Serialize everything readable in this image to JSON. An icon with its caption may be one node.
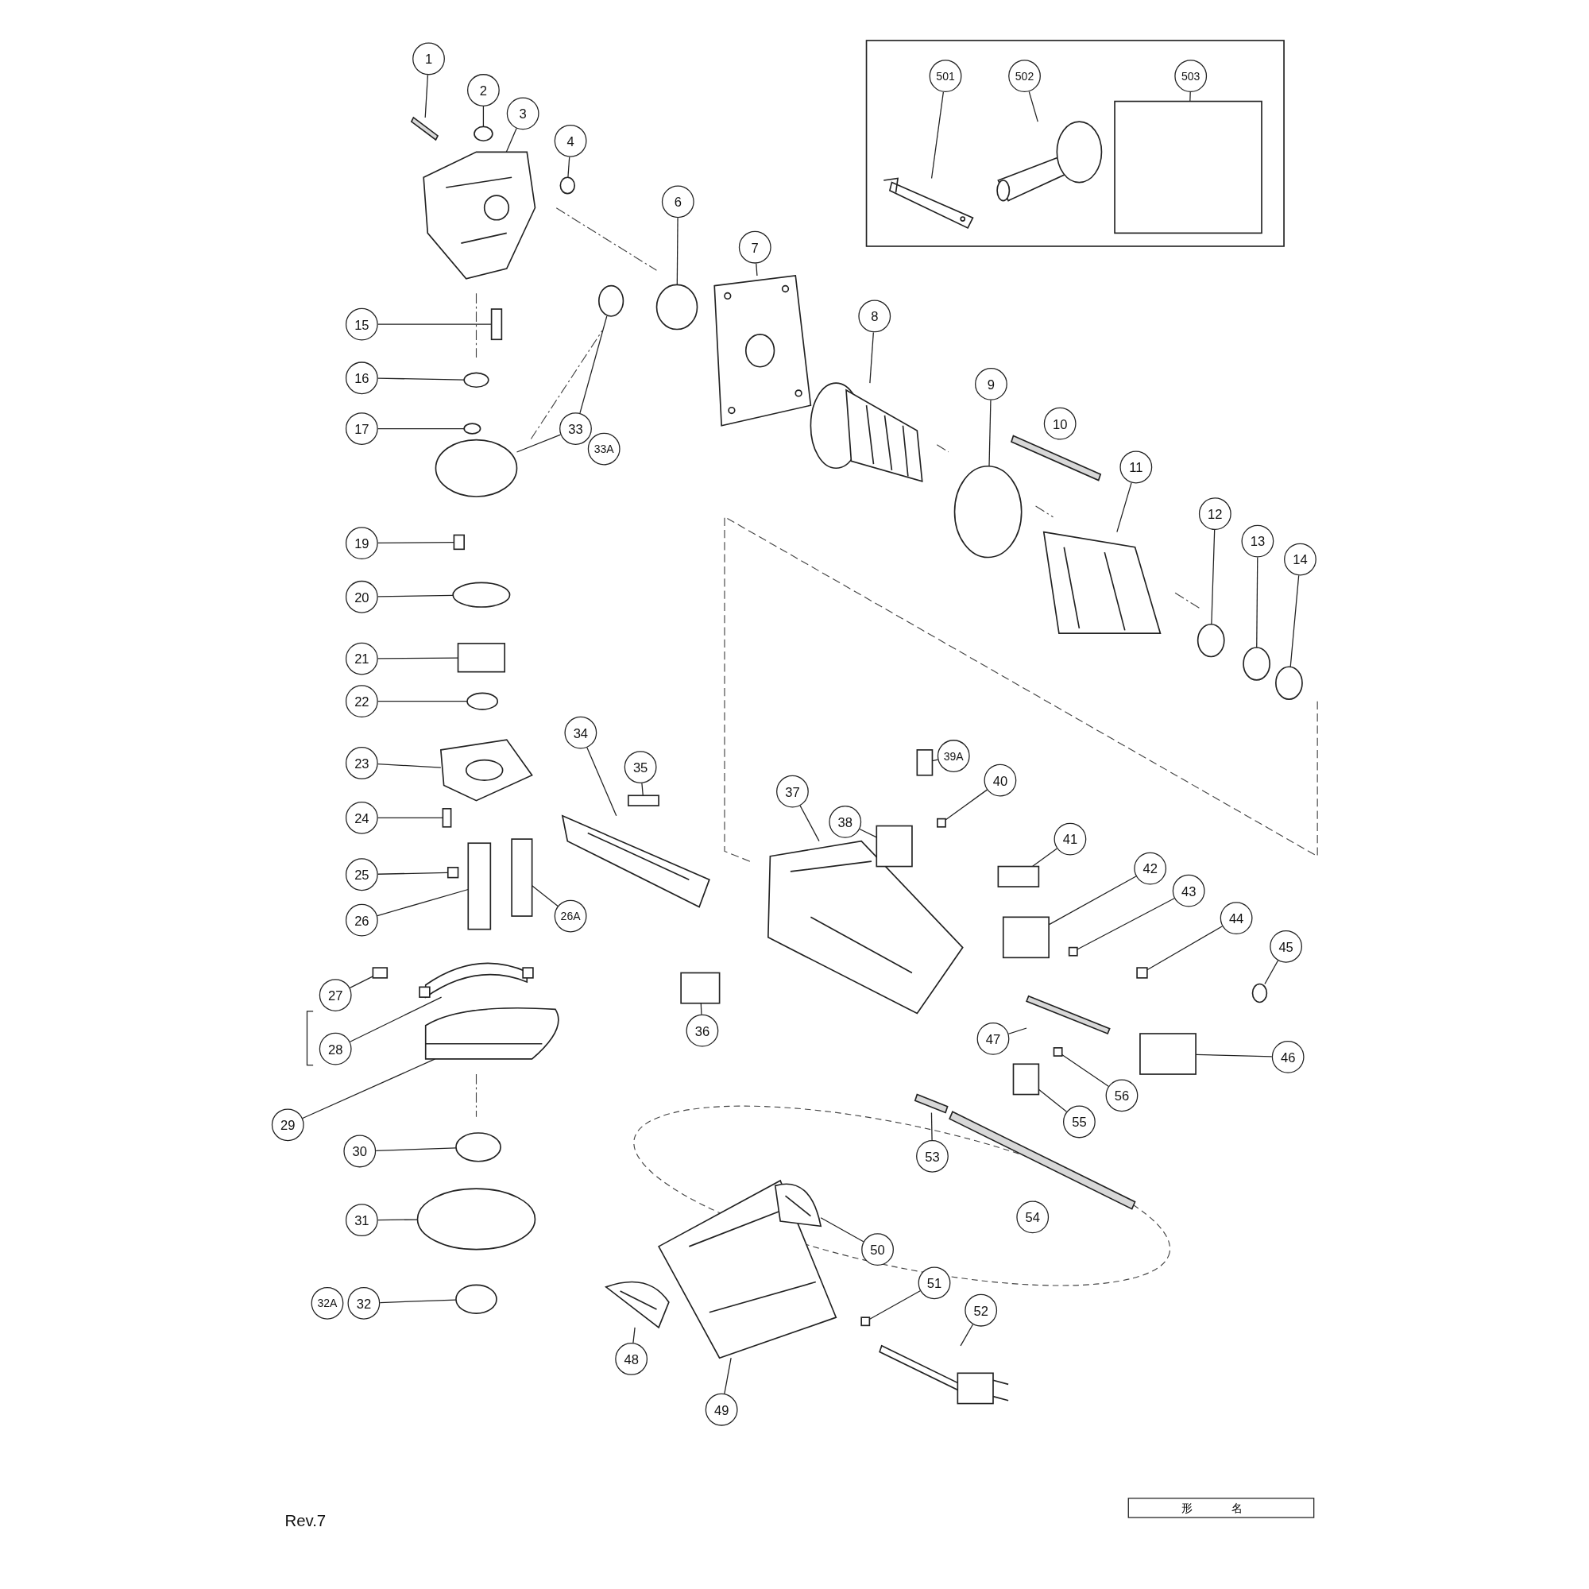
{
  "diagram": {
    "nodes": [
      {
        "text": [
          "1"
        ]
      },
      {
        "text": [
          "2"
        ]
      },
      {
        "text": [
          "3"
        ]
      },
      {
        "text": [
          "4"
        ]
      },
      {
        "text": [
          "6"
        ]
      },
      {
        "text": [
          "7"
        ]
      },
      {
        "text": [
          "8"
        ]
      },
      {
        "text": [
          "9"
        ]
      },
      {
        "text": [
          "10"
        ]
      },
      {
        "text": [
          "11"
        ]
      },
      {
        "text": [
          "12"
        ]
      },
      {
        "text": [
          "13"
        ]
      },
      {
        "text": [
          "14"
        ]
      },
      {
        "text": [
          "15"
        ]
      },
      {
        "text": [
          "16"
        ]
      },
      {
        "text": [
          "17"
        ]
      },
      {
        "text": [
          "19"
        ]
      },
      {
        "text": [
          "20"
        ]
      },
      {
        "text": [
          "21"
        ]
      },
      {
        "text": [
          "22"
        ]
      },
      {
        "text": [
          "23"
        ]
      },
      {
        "text": [
          "24"
        ]
      },
      {
        "text": [
          "25"
        ]
      },
      {
        "text": [
          "26"
        ]
      },
      {
        "text": [
          "26A"
        ]
      },
      {
        "text": [
          "27"
        ]
      },
      {
        "text": [
          "28"
        ]
      },
      {
        "text": [
          "29"
        ]
      },
      {
        "text": [
          "30"
        ]
      },
      {
        "text": [
          "31"
        ]
      },
      {
        "text": [
          "32A"
        ]
      },
      {
        "text": [
          "32"
        ]
      },
      {
        "text": [
          "33"
        ]
      },
      {
        "text": [
          "33A"
        ]
      },
      {
        "text": [
          "34"
        ]
      },
      {
        "text": [
          "35"
        ]
      },
      {
        "text": [
          "36"
        ]
      },
      {
        "text": [
          "37"
        ]
      },
      {
        "text": [
          "38"
        ]
      },
      {
        "text": [
          "39A"
        ]
      },
      {
        "text": [
          "40"
        ]
      },
      {
        "text": [
          "41"
        ]
      },
      {
        "text": [
          "42"
        ]
      },
      {
        "text": [
          "43"
        ]
      },
      {
        "text": [
          "44"
        ]
      },
      {
        "text": [
          "45"
        ]
      },
      {
        "text": [
          "46"
        ]
      },
      {
        "text": [
          "47"
        ]
      },
      {
        "text": [
          "48"
        ]
      },
      {
        "text": [
          "49"
        ]
      },
      {
        "text": [
          "50"
        ]
      },
      {
        "text": [
          "51"
        ]
      },
      {
        "text": [
          "52"
        ]
      },
      {
        "text": [
          "53"
        ]
      },
      {
        "text": [
          "54"
        ]
      },
      {
        "text": [
          "55"
        ]
      },
      {
        "text": [
          "56"
        ]
      },
      {
        "text": [
          "501"
        ]
      },
      {
        "text": [
          "502"
        ]
      },
      {
        "text": [
          "503"
        ]
      },
      {
        "text": [],
        "shape": "bar"
      },
      {
        "text": [],
        "shape": "circle"
      },
      {
        "text": [],
        "shape": "picture"
      },
      {
        "text": [],
        "shape": "circle"
      },
      {
        "text": [],
        "shape": "circle"
      },
      {
        "text": [],
        "shape": "picture"
      },
      {
        "text": [],
        "shape": "picture"
      },
      {
        "text": [],
        "shape": "circle"
      },
      {
        "text": [],
        "shape": "bar"
      },
      {
        "text": [],
        "shape": "picture"
      },
      {
        "text": [],
        "shape": "circle"
      },
      {
        "text": [],
        "shape": "circle"
      },
      {
        "text": [],
        "shape": "circle"
      },
      {
        "text": [],
        "shape": "box"
      },
      {
        "text": [],
        "shape": "circle"
      },
      {
        "text": [],
        "shape": "circle"
      },
      {
        "text": [],
        "shape": "box"
      },
      {
        "text": [],
        "shape": "circle"
      },
      {
        "text": [],
        "shape": "box"
      },
      {
        "text": [],
        "shape": "circle"
      },
      {
        "text": [],
        "shape": "picture"
      },
      {
        "text": [],
        "shape": "box"
      },
      {
        "text": [],
        "shape": "box"
      },
      {
        "text": [],
        "shape": "box"
      },
      {
        "text": [],
        "shape": "box"
      },
      {
        "text": [],
        "shape": "box"
      },
      {
        "text": [],
        "shape": "picture"
      },
      {
        "text": [],
        "shape": "picture"
      },
      {
        "text": [],
        "shape": "circle"
      },
      {
        "text": [],
        "shape": "circle"
      },
      {
        "text": [],
        "shape": "circle"
      },
      {
        "text": [],
        "shape": "circle"
      },
      {
        "text": [],
        "shape": "circle"
      },
      {
        "text": [],
        "shape": "picture"
      },
      {
        "text": [],
        "shape": "box"
      },
      {
        "text": [],
        "shape": "box"
      },
      {
        "text": [],
        "shape": "picture"
      },
      {
        "text": [],
        "shape": "box"
      },
      {
        "text": [],
        "shape": "box"
      },
      {
        "text": [],
        "shape": "box"
      },
      {
        "text": [],
        "shape": "box"
      },
      {
        "text": [],
        "shape": "box"
      },
      {
        "text": [],
        "shape": "box"
      },
      {
        "text": [],
        "shape": "box"
      },
      {
        "text": [],
        "shape": "circle"
      },
      {
        "text": [],
        "shape": "box"
      },
      {
        "text": [],
        "shape": "bar"
      },
      {
        "text": [],
        "shape": "picture"
      },
      {
        "text": [],
        "shape": "picture"
      },
      {
        "text": [],
        "shape": "picture"
      },
      {
        "text": [],
        "shape": "box"
      },
      {
        "text": [],
        "shape": "picture"
      },
      {
        "text": [],
        "shape": "bar"
      },
      {
        "text": [],
        "shape": "bar"
      },
      {
        "text": [],
        "shape": "box"
      },
      {
        "text": [],
        "shape": "box"
      },
      {
        "text": [],
        "shape": "picture"
      },
      {
        "text": [],
        "shape": "picture"
      },
      {
        "text": [],
        "shape": "box"
      }
    ],
    "edges": [
      {
        "from": 0,
        "to": 60,
        "arrow": "none"
      },
      {
        "from": 1,
        "to": 61,
        "arrow": "none"
      },
      {
        "from": 2,
        "to": 62,
        "arrow": "none"
      },
      {
        "from": 3,
        "to": 63,
        "arrow": "none"
      },
      {
        "from": 4,
        "to": 64,
        "arrow": "none"
      },
      {
        "from": 5,
        "to": 65,
        "arrow": "none"
      },
      {
        "from": 6,
        "to": 66,
        "arrow": "none"
      },
      {
        "from": 7,
        "to": 67,
        "arrow": "none"
      },
      {
        "from": 8,
        "to": 68,
        "arrow": "none"
      },
      {
        "from": 9,
        "to": 69,
        "arrow": "none"
      },
      {
        "from": 10,
        "to": 70,
        "arrow": "none"
      },
      {
        "from": 11,
        "to": 71,
        "arrow": "none"
      },
      {
        "from": 12,
        "to": 72,
        "arrow": "none"
      },
      {
        "from": 13,
        "to": 73,
        "arrow": "none"
      },
      {
        "from": 14,
        "to": 74,
        "arrow": "none"
      },
      {
        "from": 15,
        "to": 75,
        "arrow": "none"
      },
      {
        "from": 16,
        "to": 76,
        "arrow": "none"
      },
      {
        "from": 17,
        "to": 77,
        "arrow": "none"
      },
      {
        "from": 18,
        "to": 78,
        "arrow": "none"
      },
      {
        "from": 19,
        "to": 79,
        "arrow": "none"
      },
      {
        "from": 20,
        "to": 80,
        "arrow": "none"
      },
      {
        "from": 21,
        "to": 81,
        "arrow": "none"
      },
      {
        "from": 22,
        "to": 82,
        "arrow": "none"
      },
      {
        "from": 23,
        "to": 83,
        "arrow": "none"
      },
      {
        "from": 24,
        "to": 84,
        "arrow": "none"
      },
      {
        "from": 25,
        "to": 85,
        "arrow": "none"
      },
      {
        "from": 26,
        "to": 86,
        "arrow": "none"
      },
      {
        "from": 27,
        "to": 87,
        "arrow": "none"
      },
      {
        "from": 28,
        "to": 88,
        "arrow": "none"
      },
      {
        "from": 29,
        "to": 89,
        "arrow": "none"
      },
      {
        "from": 31,
        "to": 90,
        "arrow": "none"
      },
      {
        "from": 32,
        "to": 91,
        "arrow": "none"
      },
      {
        "from": 32,
        "to": 92,
        "arrow": "none"
      },
      {
        "from": 34,
        "to": 93,
        "arrow": "none"
      },
      {
        "from": 35,
        "to": 94,
        "arrow": "none"
      },
      {
        "from": 36,
        "to": 95,
        "arrow": "none"
      },
      {
        "from": 37,
        "to": 96,
        "arrow": "none"
      },
      {
        "from": 38,
        "to": 97,
        "arrow": "none"
      },
      {
        "from": 39,
        "to": 98,
        "arrow": "none"
      },
      {
        "from": 40,
        "to": 99,
        "arrow": "none"
      },
      {
        "from": 41,
        "to": 100,
        "arrow": "none"
      },
      {
        "from": 42,
        "to": 101,
        "arrow": "none"
      },
      {
        "from": 43,
        "to": 102,
        "arrow": "none"
      },
      {
        "from": 44,
        "to": 103,
        "arrow": "none"
      },
      {
        "from": 45,
        "to": 104,
        "arrow": "none"
      },
      {
        "from": 46,
        "to": 105,
        "arrow": "none"
      },
      {
        "from": 47,
        "to": 106,
        "arrow": "none"
      },
      {
        "from": 48,
        "to": 107,
        "arrow": "none"
      },
      {
        "from": 49,
        "to": 108,
        "arrow": "none"
      },
      {
        "from": 50,
        "to": 109,
        "arrow": "none"
      },
      {
        "from": 51,
        "to": 110,
        "arrow": "none"
      },
      {
        "from": 52,
        "to": 111,
        "arrow": "none"
      },
      {
        "from": 53,
        "to": 112,
        "arrow": "none"
      },
      {
        "from": 54,
        "to": 113,
        "arrow": "none"
      },
      {
        "from": 55,
        "to": 114,
        "arrow": "none"
      },
      {
        "from": 56,
        "to": 115,
        "arrow": "none"
      },
      {
        "from": 57,
        "to": 116,
        "arrow": "none"
      },
      {
        "from": 58,
        "to": 117,
        "arrow": "none"
      },
      {
        "from": 59,
        "to": 118,
        "arrow": "none"
      }
    ],
    "labels": [
      "Rev.7",
      "形 名"
    ]
  }
}
